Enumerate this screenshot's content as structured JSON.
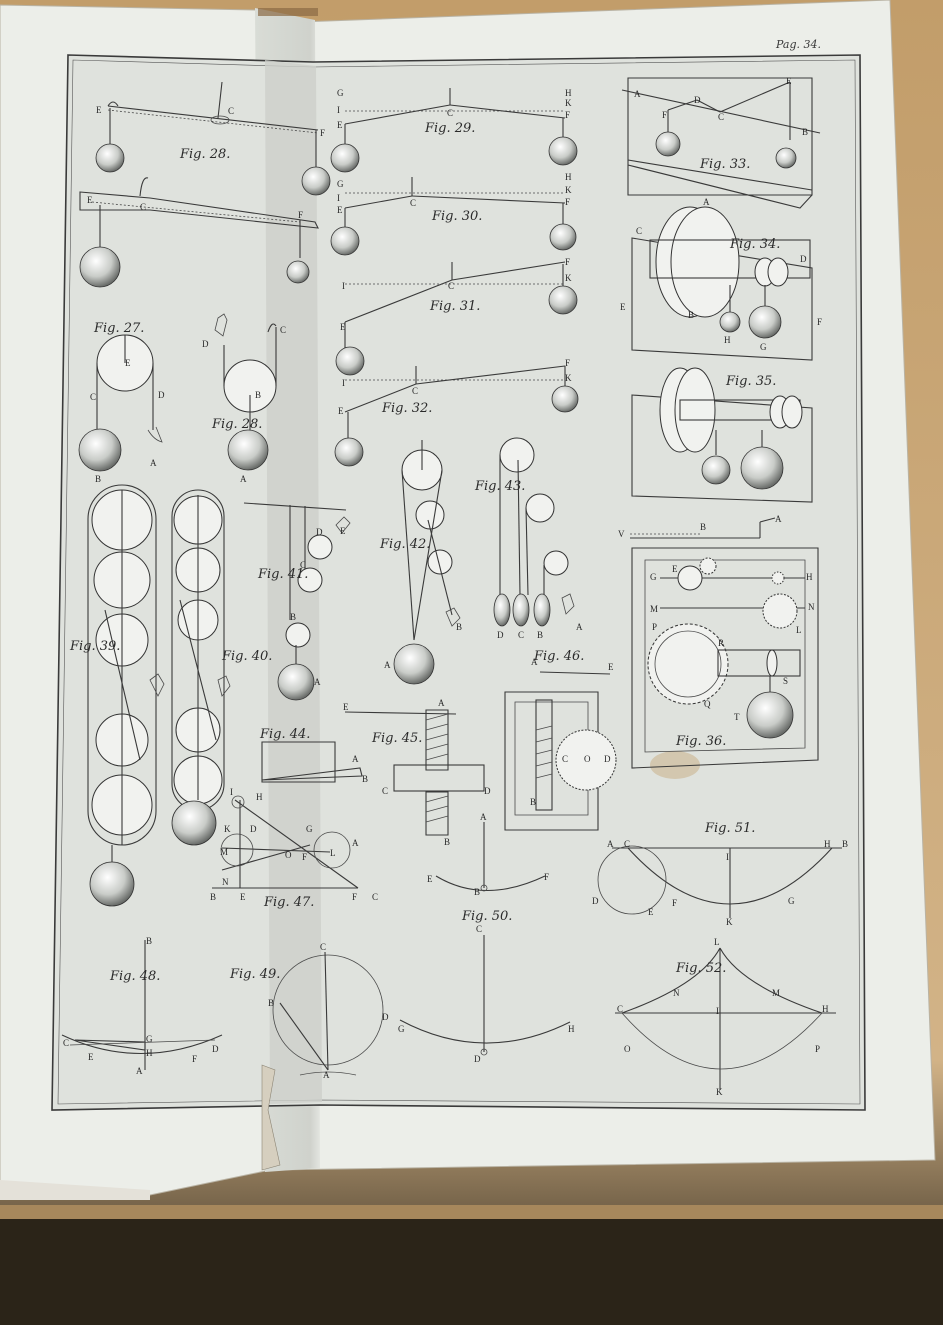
{
  "page_number": "Pag. 34.",
  "figures": [
    {
      "id": "fig27",
      "caption": "Fig. 27."
    },
    {
      "id": "fig28a",
      "caption": "Fig. 28."
    },
    {
      "id": "fig28b",
      "caption": "Fig. 28."
    },
    {
      "id": "fig29",
      "caption": "Fig. 29."
    },
    {
      "id": "fig30",
      "caption": "Fig. 30."
    },
    {
      "id": "fig31",
      "caption": "Fig. 31."
    },
    {
      "id": "fig32",
      "caption": "Fig. 32."
    },
    {
      "id": "fig33",
      "caption": "Fig. 33."
    },
    {
      "id": "fig34",
      "caption": "Fig. 34."
    },
    {
      "id": "fig35",
      "caption": "Fig. 35."
    },
    {
      "id": "fig36",
      "caption": "Fig. 36."
    },
    {
      "id": "fig39",
      "caption": "Fig. 39."
    },
    {
      "id": "fig40",
      "caption": "Fig. 40."
    },
    {
      "id": "fig41",
      "caption": "Fig. 41."
    },
    {
      "id": "fig42",
      "caption": "Fig. 42."
    },
    {
      "id": "fig43",
      "caption": "Fig. 43."
    },
    {
      "id": "fig44",
      "caption": "Fig. 44."
    },
    {
      "id": "fig45",
      "caption": "Fig. 45."
    },
    {
      "id": "fig46",
      "caption": "Fig. 46."
    },
    {
      "id": "fig47",
      "caption": "Fig. 47."
    },
    {
      "id": "fig48",
      "caption": "Fig. 48."
    },
    {
      "id": "fig49",
      "caption": "Fig. 49."
    },
    {
      "id": "fig50",
      "caption": "Fig. 50."
    },
    {
      "id": "fig51",
      "caption": "Fig. 51."
    },
    {
      "id": "fig52",
      "caption": "Fig. 52."
    }
  ],
  "colors": {
    "desk": "#c9a97a",
    "paper": "#e6e8e3",
    "plate": "#dcdfda",
    "ink": "#333333"
  }
}
